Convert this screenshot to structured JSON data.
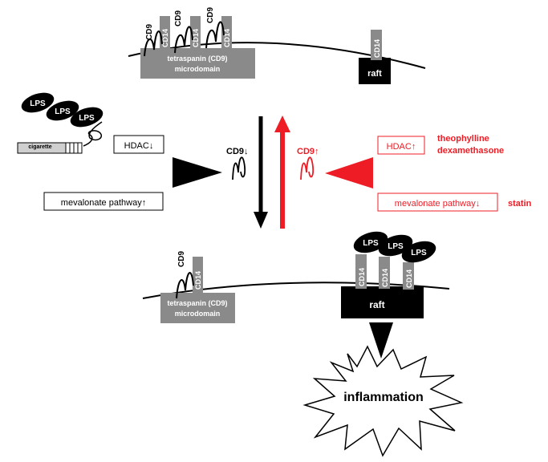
{
  "top_membrane": {
    "cd9_labels": [
      "CD9",
      "CD9",
      "CD9"
    ],
    "cd14_labels": [
      "CD14",
      "CD14",
      "CD14"
    ],
    "microdomain_line1": "tetraspanin (CD9)",
    "microdomain_line2": "microdomain",
    "raft_cd14": "CD14",
    "raft_label": "raft"
  },
  "left_side": {
    "lps": [
      "LPS",
      "LPS",
      "LPS"
    ],
    "cigarette": "cigarette",
    "hdac_box": "HDAC↓",
    "mevalonate_box": "mevalonate pathway↑",
    "cd9_label": "CD9↓"
  },
  "right_side": {
    "cd9_label": "CD9↑",
    "hdac_box": "HDAC↑",
    "theophylline": "theophylline",
    "dexamethasone": "dexamethasone",
    "mevalonate_box": "mevalonate pathway↓",
    "statin": "statin"
  },
  "bottom_membrane": {
    "cd9_label": "CD9",
    "cd14_label": "CD14",
    "microdomain_line1": "tetraspanin (CD9)",
    "microdomain_line2": "microdomain",
    "lps": [
      "LPS",
      "LPS",
      "LPS"
    ],
    "raft_cd14": [
      "CD14",
      "CD14",
      "CD14"
    ],
    "raft_label": "raft"
  },
  "outcome": "inflammation",
  "colors": {
    "black": "#000000",
    "red": "#ee1c25",
    "gray": "#8a8a8a",
    "dark_gray": "#6f6f6f"
  }
}
